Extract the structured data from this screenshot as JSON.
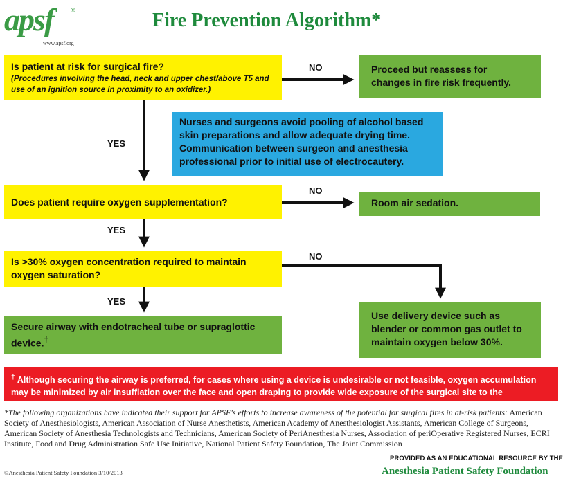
{
  "logo": {
    "mark": "apsf",
    "registered": "®",
    "url": "www.apsf.org"
  },
  "title": "Fire Prevention Algorithm*",
  "steps": {
    "q1": {
      "text": "Is patient at risk for surgical fire?",
      "sub": "(Procedures involving the head, neck and upper chest/above T5 and use of an ignition source in proximity to an oxidizer.)"
    },
    "a1": "Proceed but reassess for changes in fire risk frequently.",
    "b1": "Nurses and surgeons avoid pooling of alcohol based skin preparations and allow adequate drying time. Communication between surgeon and anesthesia professional prior to initial use of electrocautery.",
    "q2": "Does patient require oxygen supplementation?",
    "a2": "Room air sedation.",
    "q3": "Is >30% oxygen concentration required to maintain oxygen saturation?",
    "a3": {
      "text": "Secure airway with endotracheal tube or supraglottic device.",
      "mark": "†"
    },
    "a4": "Use delivery device such as blender or common gas outlet to maintain oxygen below 30%."
  },
  "labels": {
    "no": "NO",
    "yes": "YES"
  },
  "red_note": {
    "mark": "†",
    "text": "Although securing the airway is preferred, for cases where using a device is undesirable or not feasible, oxygen accumulation may be minimized by air insufflation over the face and open draping to provide wide exposure of the surgical site to the atmosphere."
  },
  "footnote": {
    "lead": "*The following organizations have indicated their  support for APSF's efforts to increase awareness of the potential for surgical fires in at-risk patients:",
    "body": "American Society of Anesthesiologists, American Association of Nurse Anesthetists, American Academy of Anesthesiologist Assistants, American College of Surgeons, American Society of Anesthesia Technologists and Technicians, American Society of PeriAnesthesia Nurses, Association of periOperative Registered Nurses, ECRI Institute, Food and Drug Administration Safe Use Initiative, National Patient Safety Foundation, The Joint Commission"
  },
  "footer": {
    "provided": "PROVIDED AS AN EDUCATIONAL RESOURCE BY THE",
    "foundation": "Anesthesia Patient Safety Foundation",
    "copyright": "©Anesthesia Patient Safety Foundation   3/10/2013"
  },
  "colors": {
    "question": "#fff200",
    "action": "#6fb23f",
    "info": "#2aa8e0",
    "warning": "#ec1c24",
    "brand_green": "#1e8a3c"
  }
}
